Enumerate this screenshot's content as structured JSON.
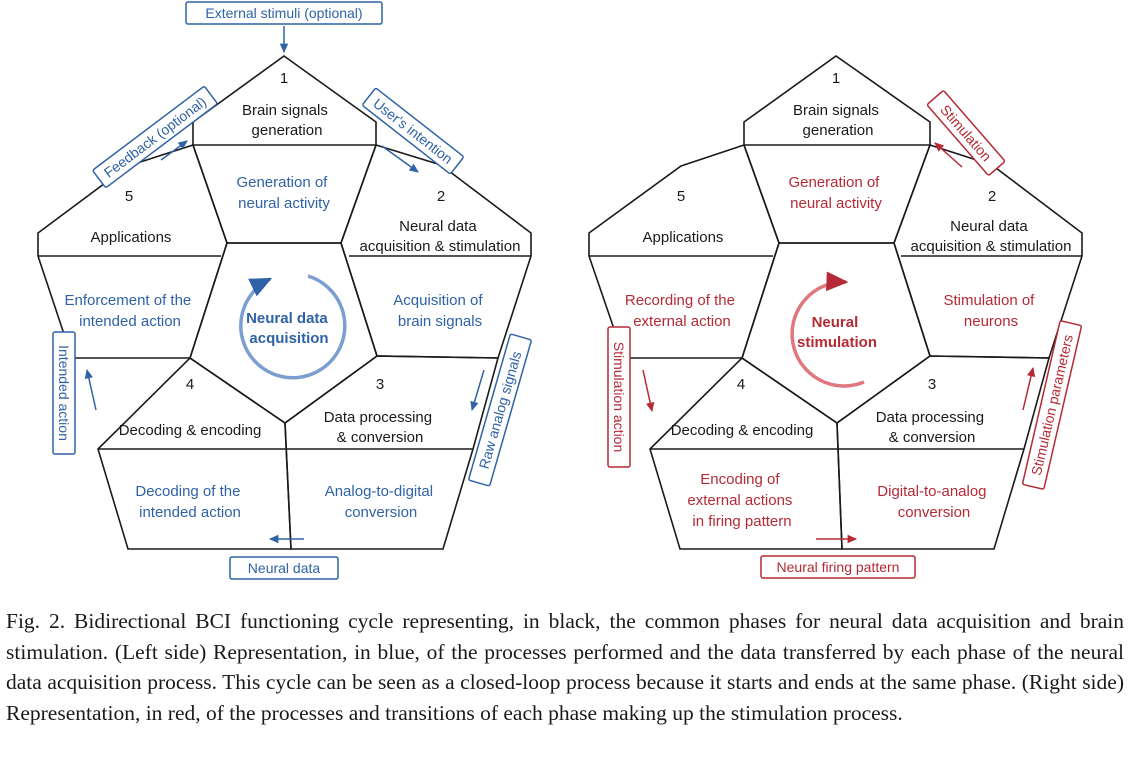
{
  "colors": {
    "blue": "#2f62a6",
    "red": "#b52a35",
    "ink": "#1a1a1a"
  },
  "phases": [
    {
      "number": "1",
      "lines": [
        "Brain signals",
        "generation"
      ]
    },
    {
      "number": "2",
      "lines": [
        "Neural data",
        "acquisition & stimulation"
      ]
    },
    {
      "number": "3",
      "lines": [
        "Data processing",
        "& conversion"
      ]
    },
    {
      "number": "4",
      "lines": [
        "Decoding & encoding"
      ]
    },
    {
      "number": "5",
      "lines": [
        "Applications"
      ]
    }
  ],
  "acquisition": {
    "center": [
      "Neural data",
      "acquisition"
    ],
    "processes": [
      [
        "Generation of",
        "neural activity"
      ],
      [
        "Acquisition of",
        "brain signals"
      ],
      [
        "Analog-to-digital",
        "conversion"
      ],
      [
        "Decoding of the",
        "intended action"
      ],
      [
        "Enforcement of the",
        "intended action"
      ]
    ],
    "transitions": {
      "top": "External stimuli (optional)",
      "t12": "User's intention",
      "t23": "Raw analog signals",
      "t34": "Neural data",
      "t45": "Intended action",
      "t51": "Feedback (optional)"
    }
  },
  "stimulation": {
    "center": [
      "Neural",
      "stimulation"
    ],
    "processes": [
      [
        "Generation of",
        "neural activity"
      ],
      [
        "Stimulation of",
        "neurons"
      ],
      [
        "Digital-to-analog",
        "conversion"
      ],
      [
        "Encoding of",
        "external actions",
        "in firing pattern"
      ],
      [
        "Recording of the",
        "external action"
      ]
    ],
    "transitions": {
      "t21": "Stimulation",
      "t32": "Stimulation parameters",
      "t43": "Neural firing pattern",
      "t54": "Stimulation action"
    }
  },
  "caption": "Fig. 2.  Bidirectional BCI functioning cycle representing, in black, the common phases for neural data acquisition and brain stimulation. (Left side) Representation, in blue, of the processes performed and the data transferred by each phase of the neural data acquisition process. This cycle can be seen as a closed-loop process because it starts and ends at the same phase. (Right side) Representation, in red, of the processes and transitions of each phase making up the stimulation process."
}
